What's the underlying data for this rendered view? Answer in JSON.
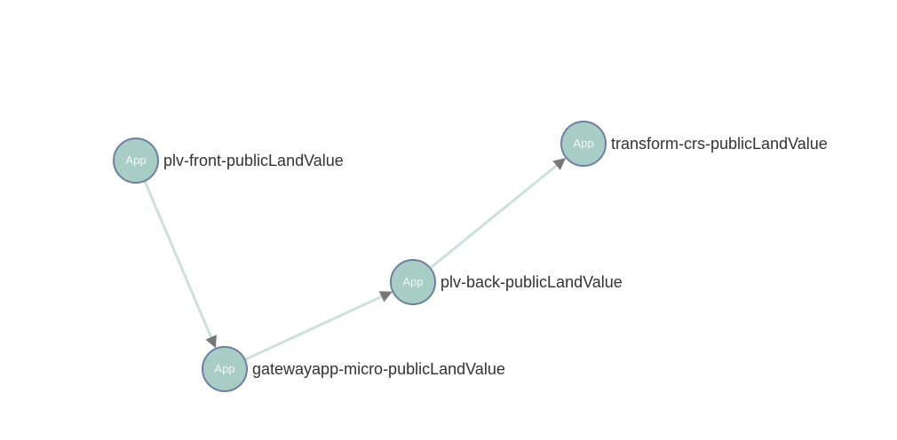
{
  "graph": {
    "colors": {
      "node_fill": "#a7cdc5",
      "node_stroke": "#6f7fa3",
      "edge": "#c9e2dc",
      "arrow": "#777777"
    },
    "nodes": [
      {
        "id": "plv-front",
        "type_label": "App",
        "label": "plv-front-publicLandValue"
      },
      {
        "id": "gatewayapp-micro",
        "type_label": "App",
        "label": "gatewayapp-micro-publicLandValue"
      },
      {
        "id": "plv-back",
        "type_label": "App",
        "label": "plv-back-publicLandValue"
      },
      {
        "id": "transform-crs",
        "type_label": "App",
        "label": "transform-crs-publicLandValue"
      }
    ],
    "edges": [
      {
        "from": "plv-front",
        "to": "gatewayapp-micro"
      },
      {
        "from": "gatewayapp-micro",
        "to": "plv-back"
      },
      {
        "from": "plv-back",
        "to": "transform-crs"
      }
    ]
  }
}
